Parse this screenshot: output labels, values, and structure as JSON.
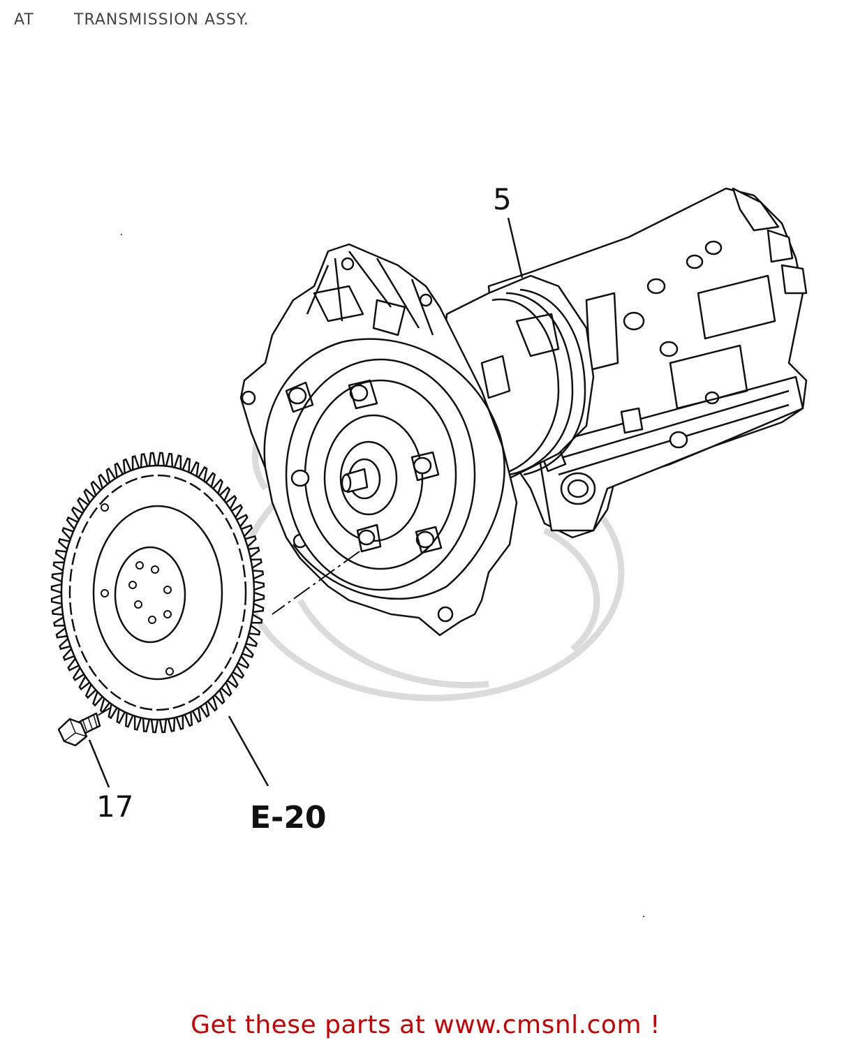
{
  "header": {
    "code": "AT",
    "title": "TRANSMISSION ASSY."
  },
  "callouts": {
    "transmission": "5",
    "bolt": "17",
    "flywheel": "E-20"
  },
  "footer": {
    "link_text": "Get these parts at www.cmsnl.com !"
  },
  "colors": {
    "line_art": "#111111",
    "watermark": "#d8d8d8",
    "footer_link": "#cc0000"
  }
}
